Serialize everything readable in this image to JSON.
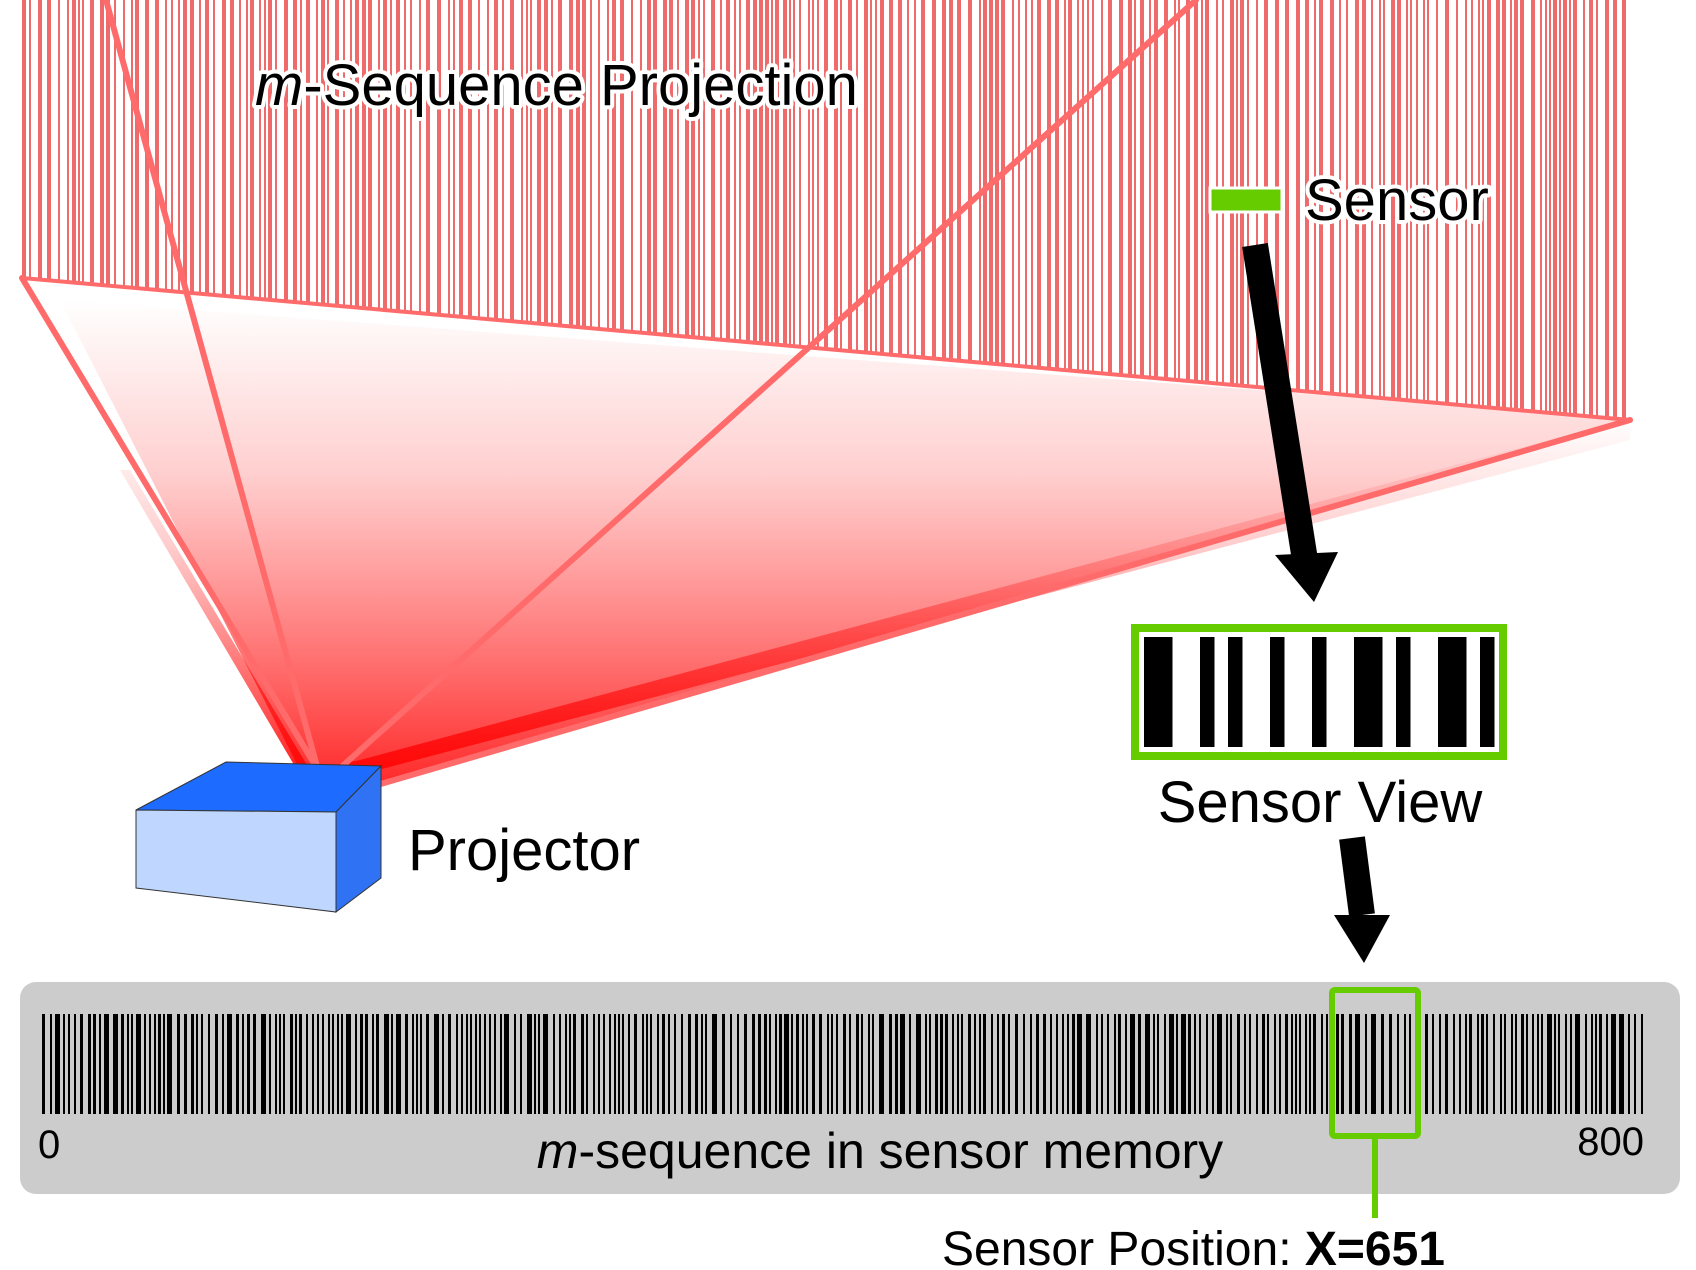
{
  "title": {
    "prefix": "m",
    "rest": "-Sequence Projection"
  },
  "sensor_label": "Sensor",
  "sensor_view_label": "Sensor View",
  "projector_label": "Projector",
  "memory": {
    "caption_prefix": "m",
    "caption_rest": "-sequence in sensor memory",
    "start_label": "0",
    "end_label": "800"
  },
  "position": {
    "prefix": "Sensor Position: ",
    "value": "X=651"
  },
  "colors": {
    "projection_red": "#ff2020",
    "sensor_green": "#66cc00",
    "projector_top": "#1e6cff",
    "projector_front": "#bfd7ff",
    "memory_panel": "#cccccc"
  },
  "sensor_view_bars": [
    1,
    1,
    0,
    0,
    1,
    0,
    1,
    0,
    0,
    1,
    0,
    0,
    1,
    0,
    0,
    1,
    1,
    0,
    1,
    0,
    0,
    1,
    1,
    0,
    1
  ]
}
